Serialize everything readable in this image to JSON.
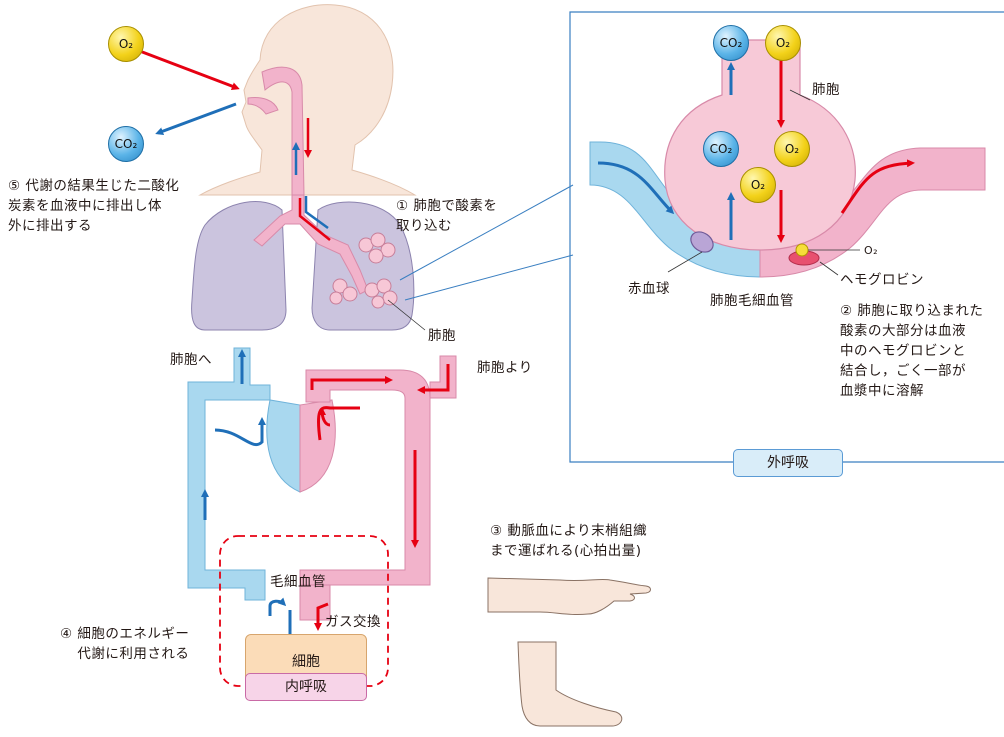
{
  "labels": {
    "step1": "① 肺胞で酸素を\n取り込む",
    "step2": "② 肺胞に取り込まれた\n酸素の大部分は血液\n中のヘモグロビンと\n結合し，ごく一部が\n血漿中に溶解",
    "step3": "③ 動脈血により末梢組織\nまで運ばれる(心拍出量)",
    "step4": "④ 細胞のエネルギー\n代謝に利用される",
    "step5": "⑤ 代謝の結果生じた二酸化\n炭素を血液中に排出し体\n外に排出する",
    "alveolus_lung": "肺胞",
    "alveolus_inset": "肺胞",
    "to_alveoli": "肺胞へ",
    "from_alveoli": "肺胞より",
    "red_blood_cell": "赤血球",
    "alveolar_capillary": "肺胞毛細血管",
    "hemoglobin": "ヘモグロビン",
    "o2_small": "O₂",
    "capillary": "毛細血管",
    "gas_exchange": "ガス交換",
    "cell": "細胞",
    "external_respiration": "外呼吸",
    "internal_respiration": "内呼吸"
  },
  "molecules": {
    "o2": "O₂",
    "co2": "CO₂"
  },
  "colors": {
    "oxygen_arrow": "#e60012",
    "co2_arrow": "#1f6fb8",
    "venous_blood": "#a9d8ef",
    "arterial_blood": "#f2b3cb",
    "lung": "#cbc4de",
    "skin": "#f8e6da"
  }
}
